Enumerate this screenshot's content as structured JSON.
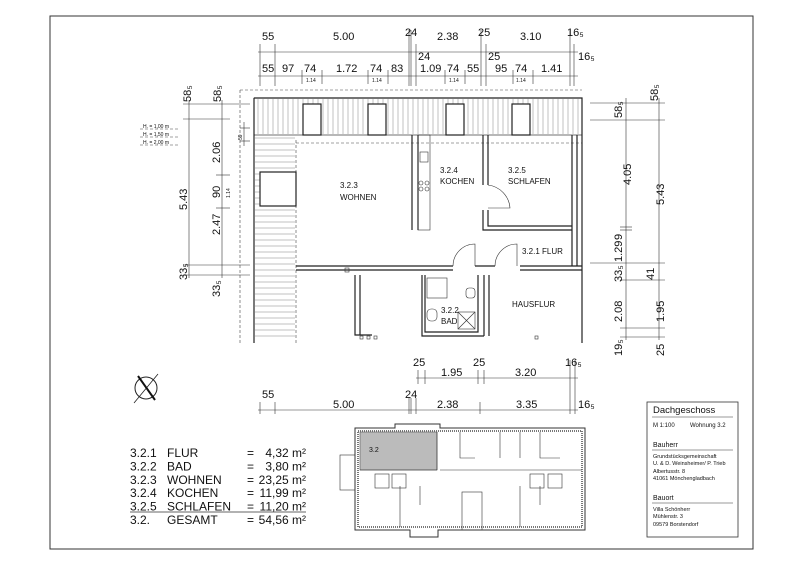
{
  "dims": {
    "top_row1": [
      "55",
      "5.00",
      "24",
      "2.38",
      "25",
      "3.10",
      "16₅"
    ],
    "top_row2": [
      "55",
      "97",
      "74",
      "1.72",
      "74",
      "83",
      "24",
      "1.09",
      "74",
      "55",
      "25",
      "95",
      "74",
      "1.41",
      "16₅"
    ],
    "top_small": [
      "1.14",
      "1.14",
      "1.14",
      "1.14"
    ],
    "left": [
      "58₅",
      "58₅",
      "5.43",
      "2.06",
      "90",
      "2.47",
      "33₅",
      "33₅",
      "59",
      "1.14"
    ],
    "heights": [
      "H. = 1,00 m",
      "H. = 1,50 m",
      "H. = 2,00 m"
    ],
    "right": [
      "58₅",
      "58₅",
      "4.05",
      "5.43",
      "9",
      "1.29",
      "33₅",
      "41",
      "2.08",
      "1.95",
      "19₅",
      "25"
    ],
    "bottom_row1": [
      "25",
      "1.95",
      "25",
      "3.20",
      "16₅"
    ],
    "bottom_row2": [
      "55",
      "5.00",
      "24",
      "2.38",
      "3.35",
      "16₅"
    ]
  },
  "rooms": {
    "wohnen": {
      "num": "3.2.3",
      "name": "WOHNEN"
    },
    "kochen": {
      "num": "3.2.4",
      "name": "KOCHEN"
    },
    "schlafen": {
      "num": "3.2.5",
      "name": "SCHLAFEN"
    },
    "flur": "3.2.1 FLUR",
    "bad": {
      "num": "3.2.2",
      "name": "BAD"
    },
    "hausflur": "HAUSFLUR"
  },
  "areas": [
    {
      "num": "3.2.1",
      "name": "FLUR",
      "eq": "=",
      "value": "4,32 m²"
    },
    {
      "num": "3.2.2",
      "name": "BAD",
      "eq": "=",
      "value": "3,80 m²"
    },
    {
      "num": "3.2.3",
      "name": "WOHNEN",
      "eq": "=",
      "value": "23,25 m²"
    },
    {
      "num": "3.2.4",
      "name": "KOCHEN",
      "eq": "=",
      "value": "11,99 m²"
    },
    {
      "num": "3.2.5",
      "name": "SCHLAFEN",
      "eq": "=",
      "value": "11,20 m²"
    },
    {
      "num": "3.2.",
      "name": "GESAMT",
      "eq": "=",
      "value": "54,56 m²"
    }
  ],
  "keyplan": {
    "unit": "3.2"
  },
  "titleblock": {
    "title": "Dachgeschoss",
    "scale": "M 1:100",
    "unit": "Wohnung 3.2",
    "bauherr_label": "Bauherr",
    "bauherr": [
      "Grundstücksgemeinschaft",
      "U. & D. Weinsheimer/ P. Trieb",
      "Albertusstr. 8",
      "41061 Mönchengladbach"
    ],
    "bauort_label": "Bauort",
    "bauort": [
      "Villa Schönherr",
      "Mühlenstr. 3",
      "09579 Borstendorf"
    ]
  }
}
